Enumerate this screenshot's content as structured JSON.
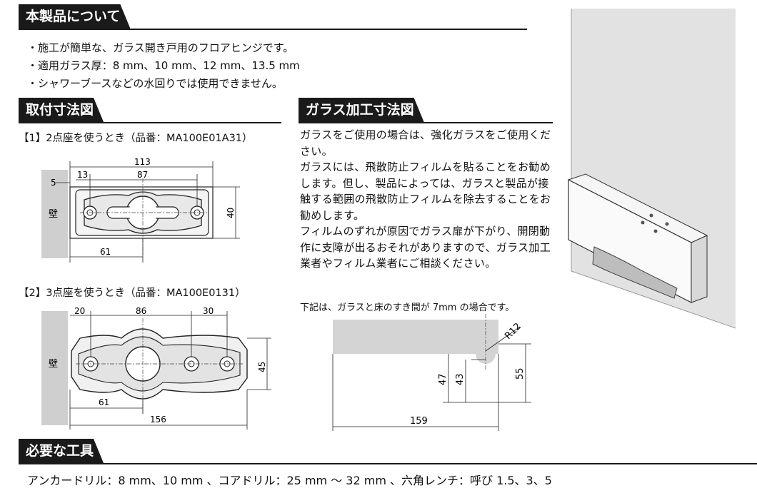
{
  "sections": {
    "about": "本製品について",
    "mounting": "取付寸法図",
    "glass": "ガラス加工寸法図",
    "tools": "必要な工具"
  },
  "bullets": [
    "・施工が簡単な、ガラス開き戸用のフロアヒンジです。",
    "・適用ガラス厚：8 mm、10 mm、12 mm、13.5 mm",
    "・シャワーブースなどの水回りでは使用できません。"
  ],
  "figure1": {
    "caption": "【1】2点座を使うとき（品番：MA100E01A31）",
    "wall": "壁",
    "dims": {
      "overall": "113",
      "edge": "5",
      "offset": "13",
      "pitch": "87",
      "height": "40",
      "center": "61"
    }
  },
  "figure2": {
    "caption": "【2】3点座を使うとき（品番：MA100E0131）",
    "wall": "壁",
    "dims": {
      "offset": "20",
      "pitch1": "86",
      "pitch2": "30",
      "height": "45",
      "center": "61",
      "overall": "156"
    }
  },
  "glass_text": "ガラスをご使用の場合は、強化ガラスをご使用ください。\nガラスには、飛散防止フィルムを貼ることをお勧めします。但し、製品によっては、ガラスと製品が接触する範囲の飛散防止フィルムを除去することをお勧めします。\nフィルムのずれが原因でガラス扉が下がり、開閉動作に支障が出るおそれがありますので、ガラス加工業者やフィルム業者にご相談ください。",
  "glass_note": "下記は、ガラスと床のすき間が 7mm の場合です。",
  "glass_dims": {
    "radius": "R12",
    "d47": "47",
    "d43": "43",
    "d55": "55",
    "width": "159"
  },
  "tools_text": "アンカードリル：8 mm、10 mm 、コアドリル：25 mm ～ 32 mm 、六角レンチ：呼び 1.5、3、5"
}
